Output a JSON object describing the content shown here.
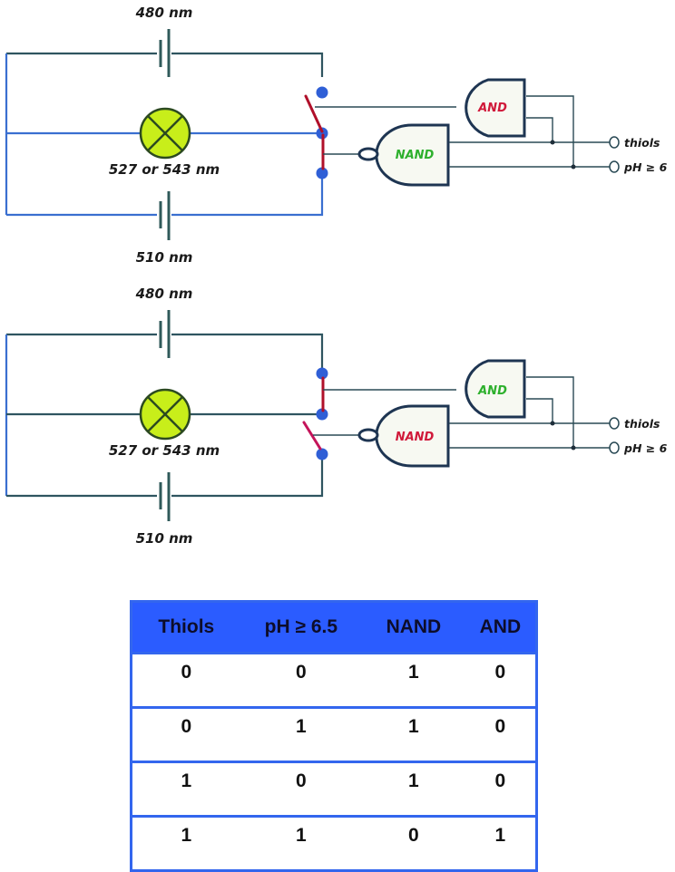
{
  "circuits": [
    {
      "id": "top",
      "capacitor_top_label": "480 nm",
      "capacitor_bottom_label": "510 nm",
      "lamp_label": "527 or 543 nm",
      "switch_state": "nand-closed",
      "and_gate": {
        "label": "AND",
        "label_color": "#d0193a"
      },
      "nand_gate": {
        "label": "NAND",
        "label_color": "#2db02d"
      },
      "input_labels": [
        "thiols",
        "pH ≥ 6"
      ]
    },
    {
      "id": "bottom",
      "capacitor_top_label": "480 nm",
      "capacitor_bottom_label": "510 nm",
      "lamp_label": "527 or 543 nm",
      "switch_state": "and-closed",
      "and_gate": {
        "label": "AND",
        "label_color": "#2db02d"
      },
      "nand_gate": {
        "label": "NAND",
        "label_color": "#d0193a"
      },
      "input_labels": [
        "thiols",
        "pH ≥ 6"
      ]
    }
  ],
  "truth_table": {
    "headers": [
      "Thiols",
      "pH ≥ 6.5",
      "NAND",
      "AND"
    ],
    "rows": [
      [
        "0",
        "0",
        "1",
        "0"
      ],
      [
        "0",
        "1",
        "1",
        "0"
      ],
      [
        "1",
        "0",
        "1",
        "0"
      ],
      [
        "1",
        "1",
        "0",
        "1"
      ]
    ]
  },
  "colors": {
    "table_header_bg": "#2b5cff",
    "table_border": "#3366ee",
    "lamp_fill": "#c8ee1a",
    "node_blue": "#2f5fd6"
  }
}
